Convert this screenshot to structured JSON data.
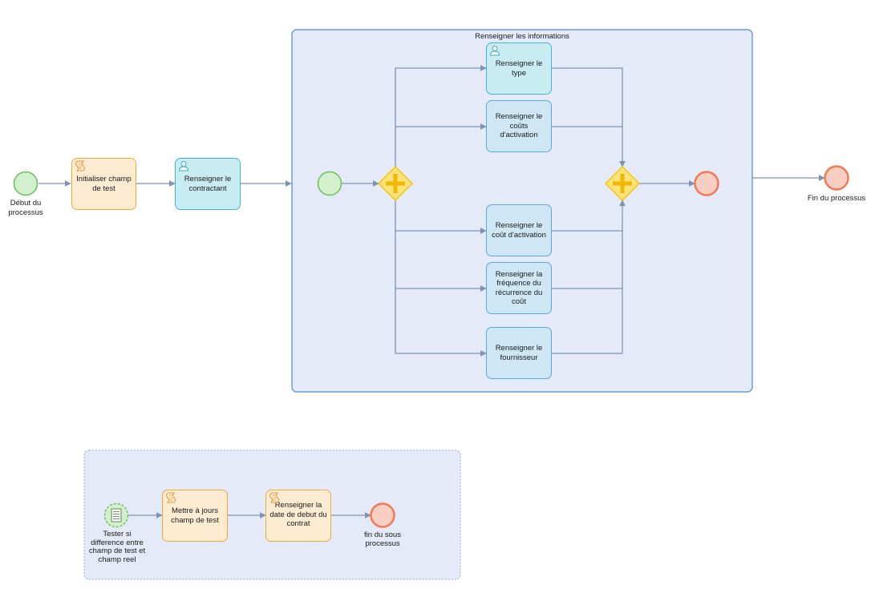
{
  "process": {
    "start_label": "Début du processus",
    "end_label": "Fin du processus",
    "tasks": {
      "init_test_field": "Initialiser champ de test",
      "set_contractor": "Renseigner le contractant"
    }
  },
  "subprocess": {
    "title": "Renseigner les informations",
    "tasks": {
      "type": "Renseigner le type",
      "activation_costs": "Renseigner le coûts d'activation",
      "activation_cost": "Renseigner le coût d'activation",
      "frequency": "Renseigner la fréquence du récurrence du coût",
      "supplier": "Renseigner le fournisseur"
    }
  },
  "event_subprocess": {
    "start_label": "Tester si difference entre champ de test et champ reel",
    "end_label": "fin du sous processus",
    "tasks": {
      "update_test_field": "Mettre à jours champ de test",
      "contract_start_date": "Renseigner la date de debut du contrat"
    }
  },
  "colors": {
    "flow": "#7f93b5",
    "start_fill": "#d4efcc",
    "start_stroke": "#6cc05a",
    "end_fill": "#f9cfc4",
    "end_stroke": "#f07a55",
    "gateway_fill": "#ffe27a",
    "gateway_stroke": "#f3c40a",
    "gateway_plus": "#f0b800",
    "subprocess_fill": "#e4eaf7",
    "subprocess_stroke": "#6b9be0",
    "event_subprocess_stroke": "#8fa9d8"
  }
}
